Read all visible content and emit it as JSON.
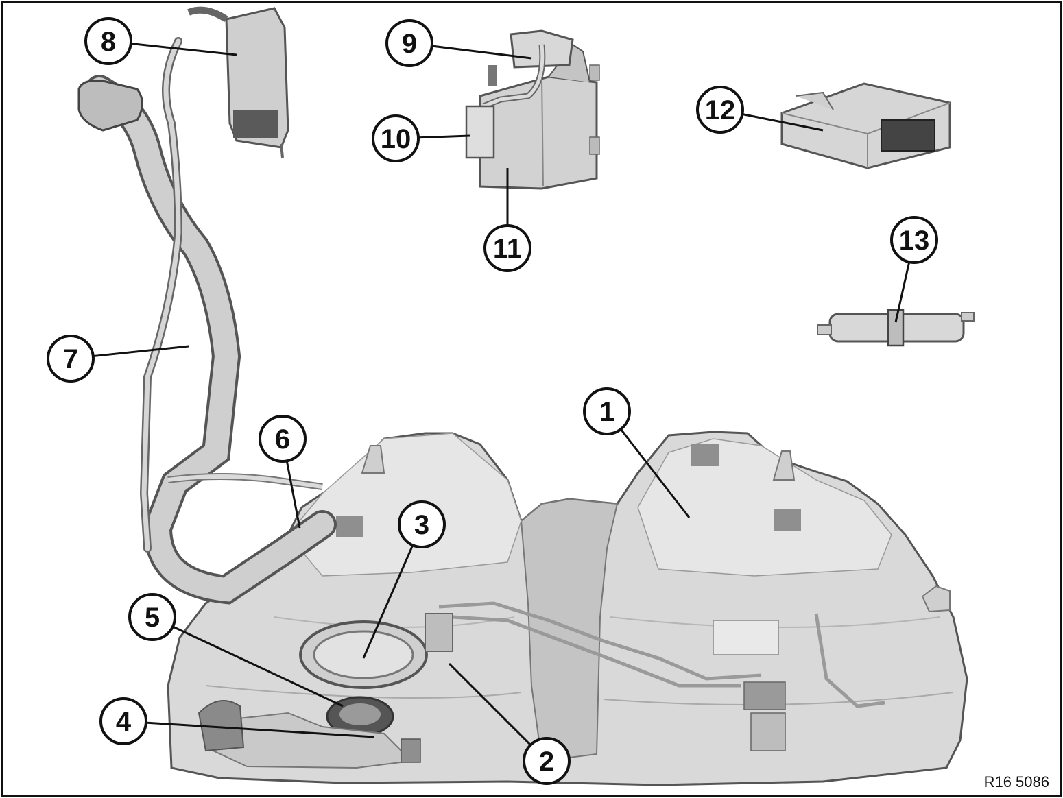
{
  "figure": {
    "reference_code": "R16 5086",
    "colors": {
      "background": "#ffffff",
      "part_fill": "#d9d9d9",
      "part_shade": "#bdbdbd",
      "part_dark": "#8f8f8f",
      "connector_dark": "#4a4a4a",
      "outline": "#111111"
    },
    "callouts": [
      {
        "id": "1",
        "label": "1"
      },
      {
        "id": "2",
        "label": "2"
      },
      {
        "id": "3",
        "label": "3"
      },
      {
        "id": "4",
        "label": "4"
      },
      {
        "id": "5",
        "label": "5"
      },
      {
        "id": "6",
        "label": "6"
      },
      {
        "id": "7",
        "label": "7"
      },
      {
        "id": "8",
        "label": "8"
      },
      {
        "id": "9",
        "label": "9"
      },
      {
        "id": "10",
        "label": "10"
      },
      {
        "id": "11",
        "label": "11"
      },
      {
        "id": "12",
        "label": "12"
      },
      {
        "id": "13",
        "label": "13"
      }
    ]
  }
}
